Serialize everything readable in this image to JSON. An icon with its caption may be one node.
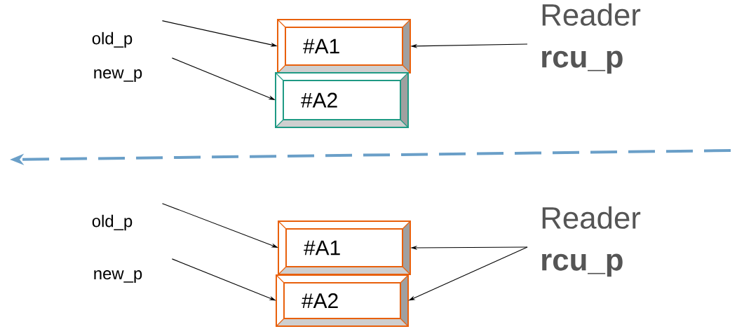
{
  "diagram": {
    "nodes": [
      {
        "text": [
          "old_p"
        ]
      },
      {
        "text": [
          "new_p"
        ]
      },
      {
        "text": [
          "#A1"
        ]
      },
      {
        "text": [
          "#A2"
        ]
      },
      {
        "text": [
          "Reader",
          "rcu_p"
        ]
      },
      {
        "text": [
          "old_p"
        ]
      },
      {
        "text": [
          "new_p"
        ]
      },
      {
        "text": [
          "#A1"
        ]
      },
      {
        "text": [
          "#A2"
        ]
      },
      {
        "text": [
          "Reader",
          "rcu_p"
        ]
      }
    ],
    "edges": [
      {
        "from": 0,
        "to": 2,
        "arrow": "to"
      },
      {
        "from": 1,
        "to": 3,
        "arrow": "to"
      },
      {
        "from": 4,
        "to": 2,
        "arrow": "to"
      },
      {
        "from": 5,
        "to": 7,
        "arrow": "to"
      },
      {
        "from": 6,
        "to": 8,
        "arrow": "to"
      },
      {
        "from": 9,
        "to": 7,
        "arrow": "to"
      },
      {
        "from": 9,
        "to": 8,
        "arrow": "to"
      }
    ]
  }
}
